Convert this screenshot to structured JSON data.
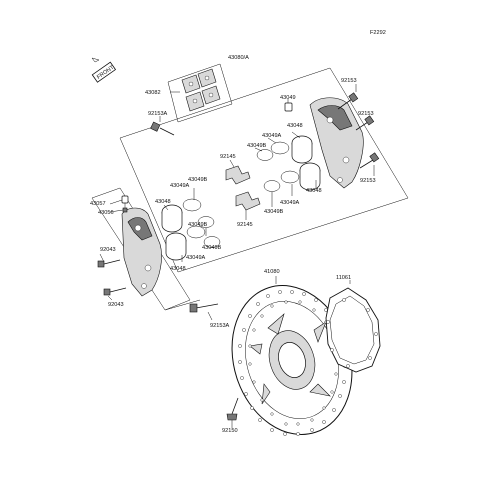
{
  "diagram": {
    "figure_code": "F2292",
    "direction_tag": "FRONT",
    "part_numbers": {
      "p43082": "43082",
      "p43080A": "43080/A",
      "p92153_tr": "92153",
      "p43049_top": "43049",
      "p92153_r": "92153",
      "p92153A_top": "92153A",
      "p43048_rt": "43048",
      "p43049A_rt": "43049A",
      "p43049B_rt": "43049B",
      "p92145_top": "92145",
      "p43049A_rc": "43049A",
      "p43048_rb": "43048",
      "p92153_rb": "92153",
      "p43049A_lt": "43049A",
      "p43049B_lt": "43049B",
      "p43057": "43057",
      "p43056": "43056",
      "p43048_lm": "43048",
      "p43049B_mid": "43049B",
      "p92145_mid": "92145",
      "p43049B_rc": "43049B",
      "p92043_a": "92043",
      "p43049B_lb": "43049B",
      "p43049A_lb": "43049A",
      "p43048_lb": "43048",
      "p92043_b": "92043",
      "p41080": "41080",
      "p11061": "11061",
      "p92153A_bot": "92153A",
      "p92150": "92150"
    }
  }
}
